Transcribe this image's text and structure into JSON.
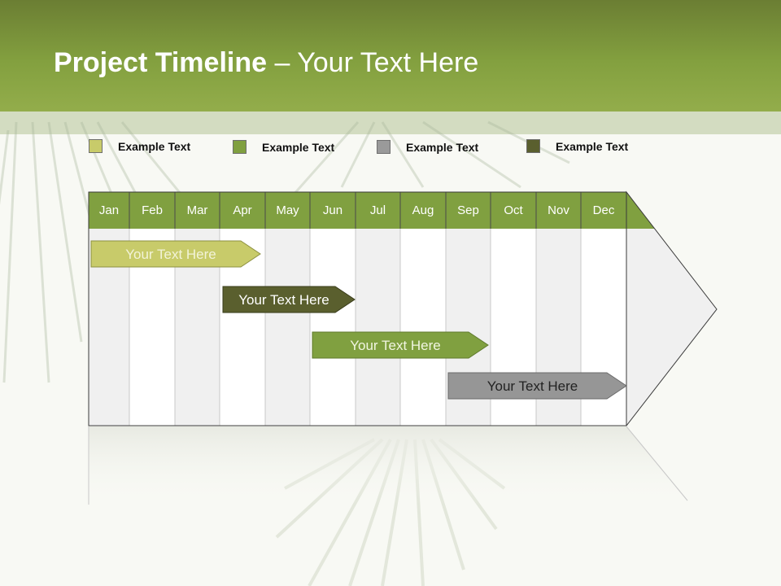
{
  "header": {
    "title_bold": "Project Timeline",
    "title_rest": " – Your Text Here"
  },
  "legend": [
    {
      "label": "Example Text",
      "color": "#c8cb6a"
    },
    {
      "label": "Example Text",
      "color": "#80a040"
    },
    {
      "label": "Example Text",
      "color": "#9a9a9a"
    },
    {
      "label": "Example Text",
      "color": "#5a5f2e"
    }
  ],
  "months": [
    "Jan",
    "Feb",
    "Mar",
    "Apr",
    "May",
    "Jun",
    "Jul",
    "Aug",
    "Sep",
    "Oct",
    "Nov",
    "Dec"
  ],
  "tasks": [
    {
      "label": "Your  Text Here",
      "color": "#c8cb6a",
      "text_color": "#f2f3d8"
    },
    {
      "label": "Your  Text Here",
      "color": "#5a5f2e",
      "text_color": "#ffffff"
    },
    {
      "label": "Your  Text Here",
      "color": "#80a040",
      "text_color": "#f0f5e0"
    },
    {
      "label": "Your  Text Here",
      "color": "#969696",
      "text_color": "#222222"
    }
  ],
  "colors": {
    "header": "#7e9a3a",
    "month_header": "#80a040"
  }
}
